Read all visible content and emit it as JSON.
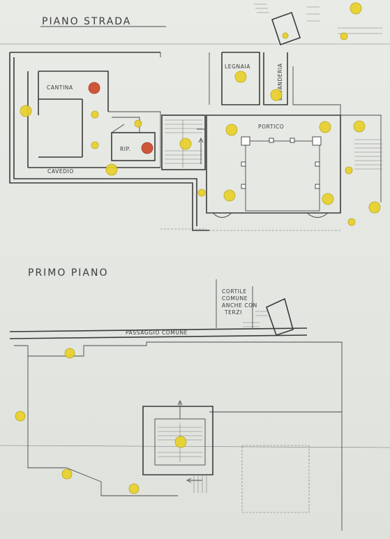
{
  "titles": {
    "ground_floor": "PIANO STRADA",
    "first_floor": "PRIMO PIANO"
  },
  "ground_floor": {
    "cantina": "CANTINA",
    "legnaia": "LEGNAIA",
    "lavanderia": "LAVANDERIA",
    "portico": "PORTICO",
    "rip": "RIP.",
    "cavedio": "CAVEDIO"
  },
  "first_floor": {
    "passaggio": "PASSAGGIO COMUNE",
    "cortile_1": "CORTILE",
    "cortile_2": "COMUNE",
    "cortile_3": "ANCHE CON",
    "cortile_4": "TERZI"
  },
  "colors": {
    "marker_yellow": "#e8d12b",
    "marker_red": "#cf4a2c",
    "ink": "#3b3b3b",
    "paper": "#e6e9e4"
  }
}
